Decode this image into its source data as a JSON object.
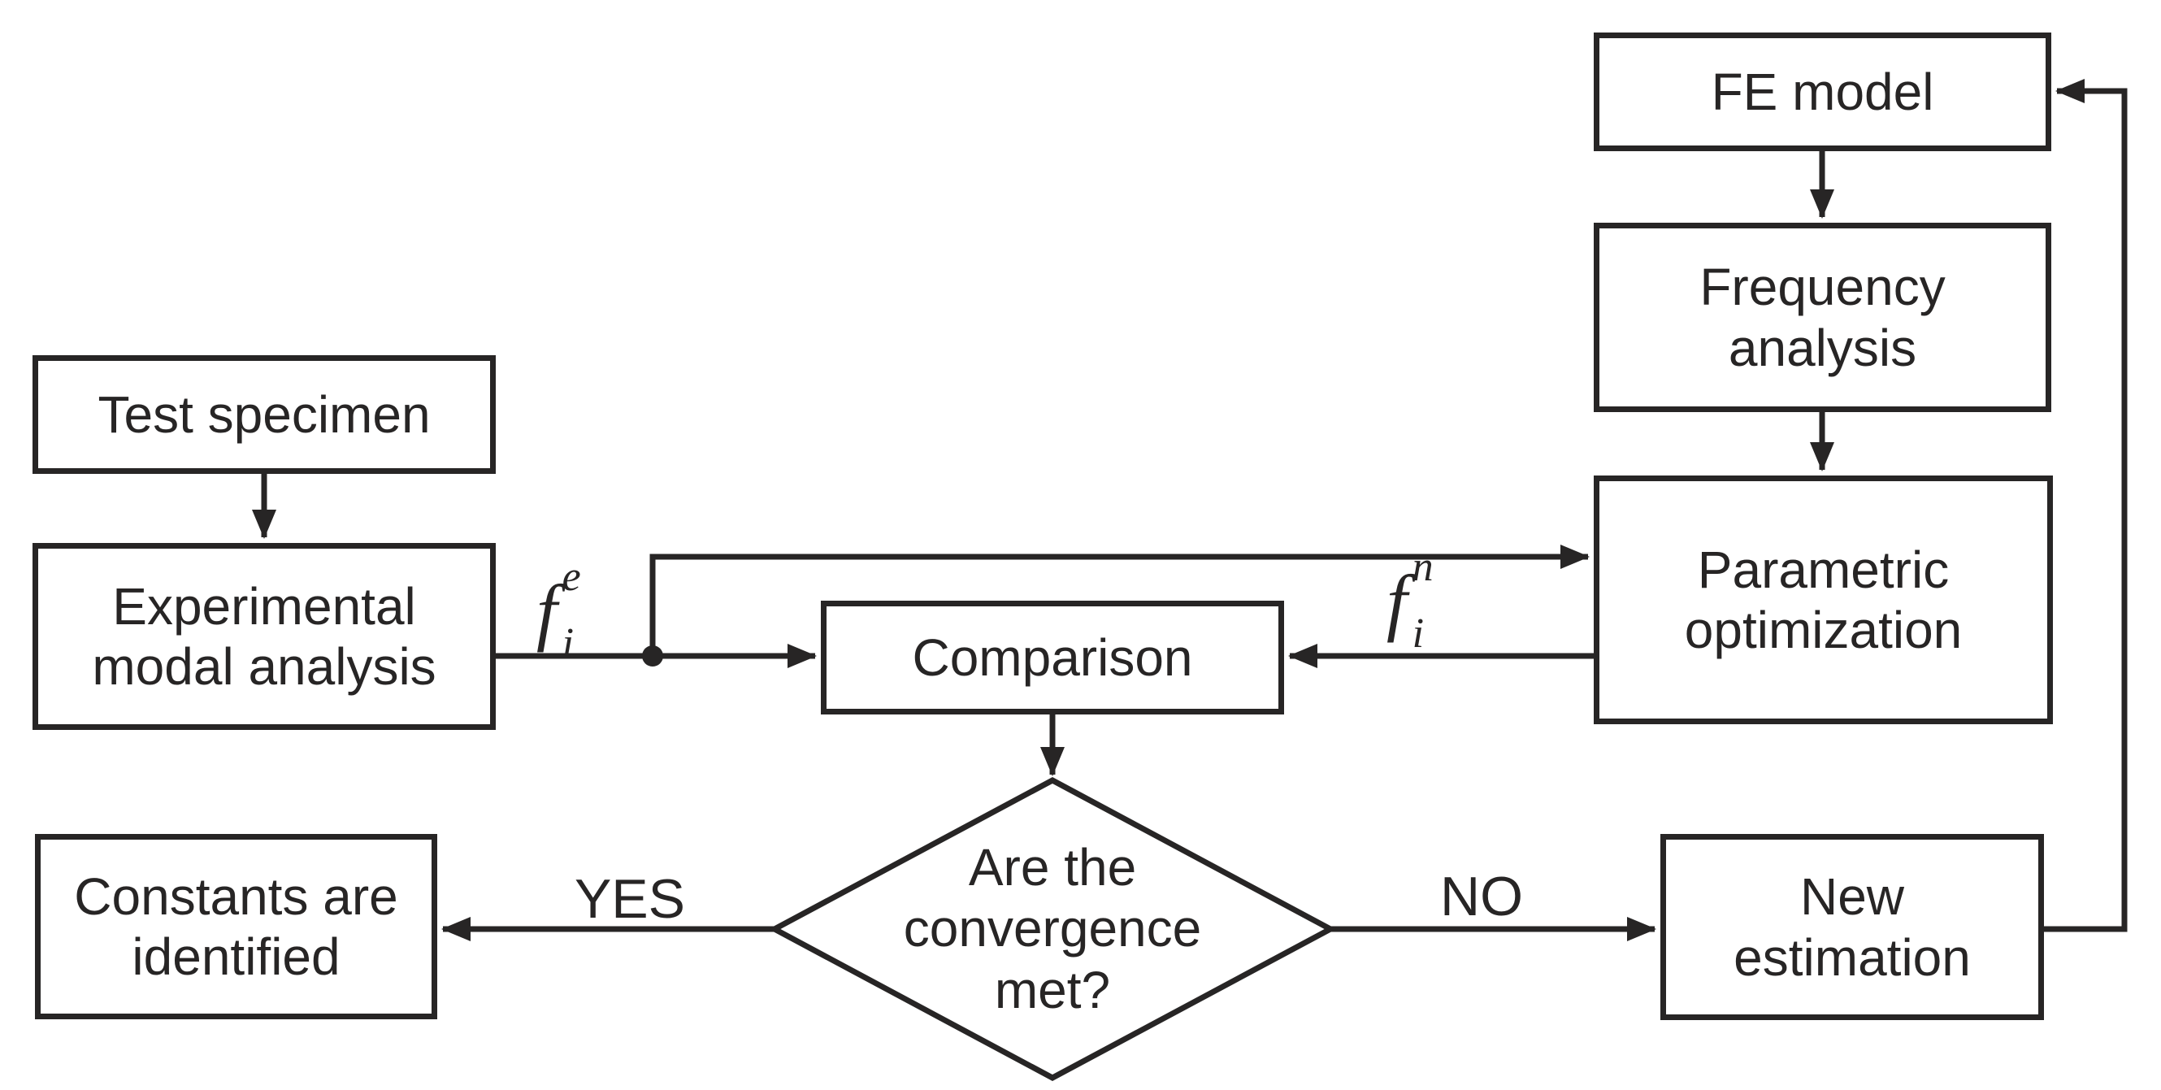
{
  "colors": {
    "ink": "#272525",
    "background": "#ffffff"
  },
  "nodes": {
    "test_specimen": {
      "lines": [
        "Test specimen"
      ]
    },
    "experimental_modal_analysis": {
      "lines": [
        "Experimental",
        "modal analysis"
      ]
    },
    "fe_model": {
      "lines": [
        "FE model"
      ]
    },
    "frequency_analysis": {
      "lines": [
        "Frequency",
        "analysis"
      ]
    },
    "parametric_optimization": {
      "lines": [
        "Parametric",
        "optimization"
      ]
    },
    "comparison": {
      "lines": [
        "Comparison"
      ]
    },
    "decision": {
      "lines": [
        "Are the",
        "convergence",
        "met?"
      ]
    },
    "constants_identified": {
      "lines": [
        "Constants are",
        "identified"
      ]
    },
    "new_estimation": {
      "lines": [
        "New",
        "estimation"
      ]
    }
  },
  "edge_labels": {
    "yes": "YES",
    "no": "NO",
    "f_experimental": {
      "base": "f",
      "sub": "i",
      "sup": "e"
    },
    "f_numerical": {
      "base": "f",
      "sub": "i",
      "sup": "n"
    }
  }
}
